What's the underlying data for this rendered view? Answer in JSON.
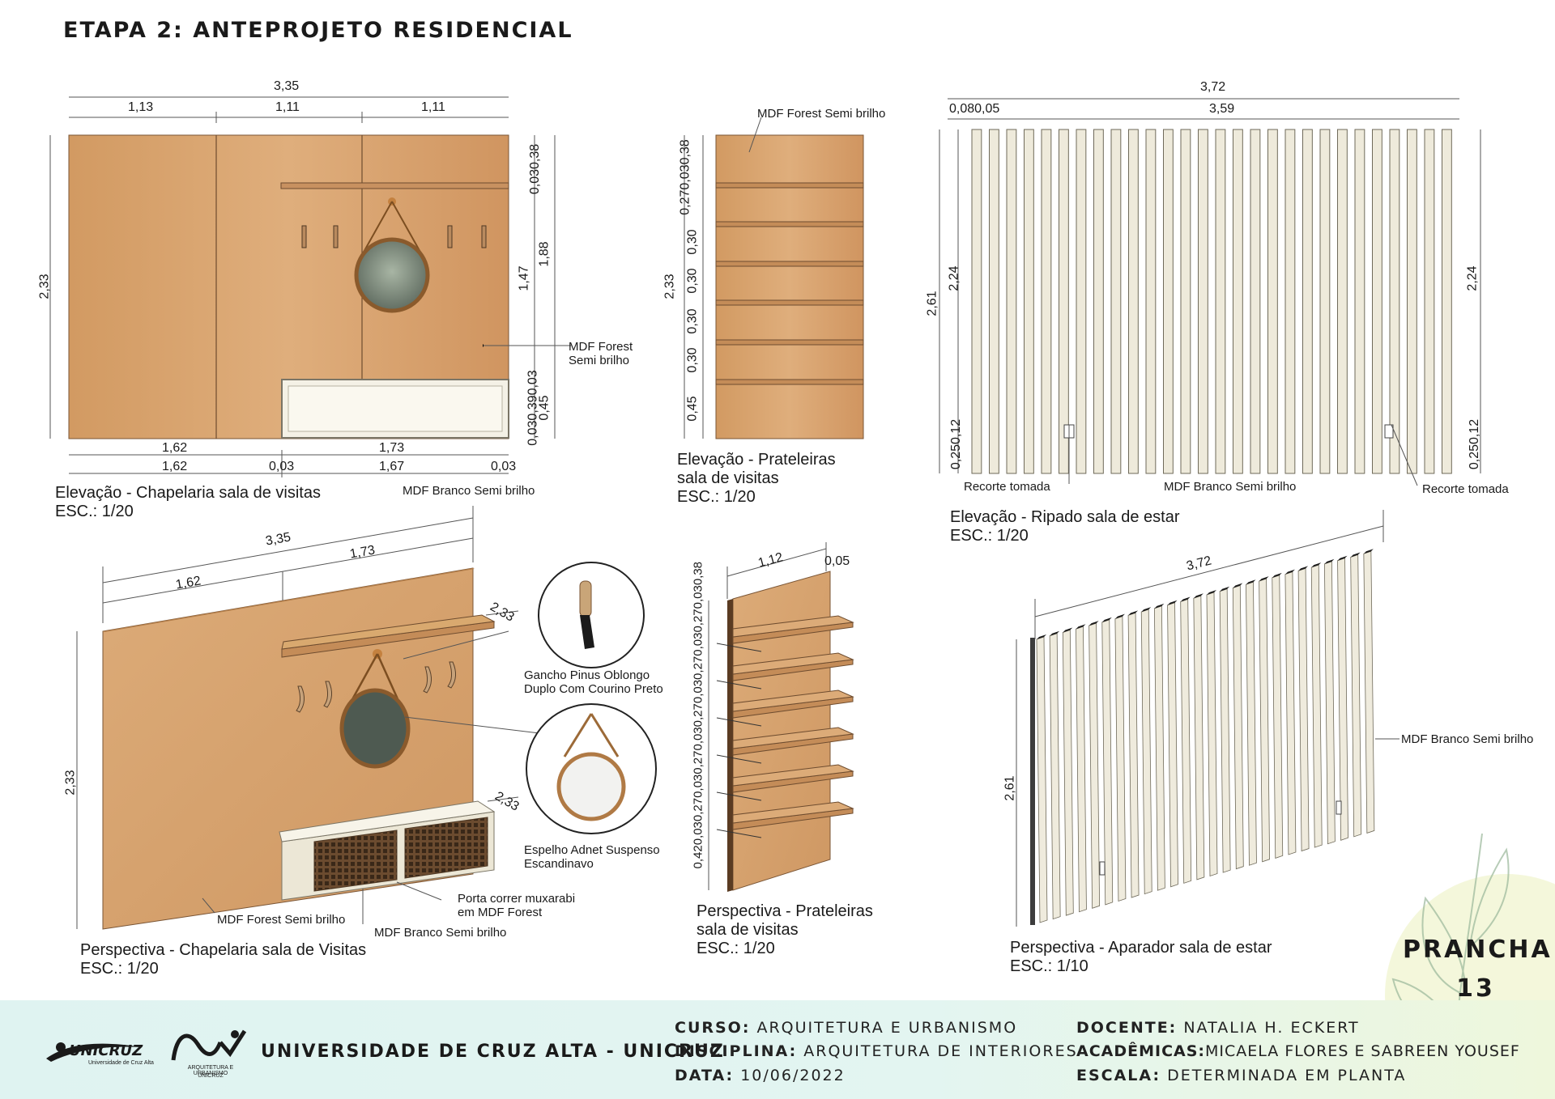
{
  "sheet": {
    "title": "ETAPA 2: ANTEPROJETO RESIDENCIAL",
    "prancha_label": "PRANCHA",
    "prancha_number": "13"
  },
  "elev_chapelaria": {
    "caption": "Elevação - Chapelaria sala de visitas",
    "scale": "ESC.: 1/20",
    "dims_top": [
      "3,35",
      "1,13",
      "1,11",
      "1,11"
    ],
    "dims_left": "2,33",
    "dims_right": [
      "0,030,38",
      "1,88",
      "1,47",
      "0,030,390,03",
      "0,45"
    ],
    "dims_bottom": [
      "1,62",
      "1,73",
      "1,62",
      "0,03",
      "1,67",
      "0,03"
    ],
    "label_forest": "MDF Forest\nSemi brilho",
    "label_branco": "MDF Branco Semi brilho"
  },
  "elev_prateleiras": {
    "caption_line1": "Elevação - Prateleiras",
    "caption_line2": "sala de visitas",
    "scale": "ESC.: 1/20",
    "label": "MDF Forest Semi brilho",
    "dims_left": "2,33",
    "dims_stack": [
      "0,270,030,38",
      "0,30",
      "0,30",
      "0,30",
      "0,30",
      "0,45"
    ]
  },
  "elev_ripado": {
    "caption": "Elevação - Ripado sala de estar",
    "scale": "ESC.: 1/20",
    "dims_top": [
      "3,72",
      "0,080,05",
      "3,59"
    ],
    "dims_left": [
      "2,61",
      "2,24",
      "0,250,12"
    ],
    "dims_right": [
      "2,24",
      "0,250,12"
    ],
    "label_tomada_left": "Recorte tomada",
    "label_branco": "MDF Branco Semi brilho",
    "label_tomada_right": "Recorte tomada",
    "slat_count": 28
  },
  "persp_chapelaria": {
    "caption": "Perspectiva - Chapelaria sala de Visitas",
    "scale": "ESC.: 1/20",
    "dims": [
      "3,35",
      "1,62",
      "1,73",
      "2,33",
      "2,33",
      "2,33"
    ],
    "label_forest": "MDF Forest Semi brilho",
    "label_branco": "MDF Branco Semi brilho",
    "label_porta": "Porta correr muxarabi\nem MDF Forest",
    "detail_gancho": "Gancho Pinus Oblongo\nDuplo Com Courino Preto",
    "detail_espelho": "Espelho Adnet Suspenso\nEscandinavo"
  },
  "persp_prateleiras": {
    "caption_line1": "Perspectiva - Prateleiras",
    "caption_line2": "sala de visitas",
    "scale": "ESC.: 1/20",
    "dims_top": [
      "1,12",
      "0,05"
    ],
    "dims_stack": "0,420,030,270,030,270,030,270,030,270,030,270,030,38"
  },
  "persp_aparador": {
    "caption": "Perspectiva - Aparador sala de estar",
    "scale": "ESC.: 1/10",
    "dims": [
      "3,72",
      "2,61"
    ],
    "label_branco": "MDF Branco Semi brilho"
  },
  "footer": {
    "logo_unicruz": "UNICRUZ",
    "logo_unicruz_sub": "Universidade de Cruz Alta",
    "logo_au_sub1": "ARQUITETURA E URBANISMO",
    "logo_au_sub2": "UNICRUZ",
    "university": "UNIVERSIDADE DE CRUZ ALTA - UNICRUZ",
    "curso_key": "CURSO:",
    "curso_val": "ARQUITETURA E URBANISMO",
    "disciplina_key": "DISCIPLINA:",
    "disciplina_val": "ARQUITETURA DE INTERIORES",
    "data_key": "DATA:",
    "data_val": "10/06/2022",
    "docente_key": "DOCENTE:",
    "docente_val": "NATALIA H. ECKERT",
    "academicas_key": "ACADÊMICAS:",
    "academicas_val": "MICAELA FLORES E SABREEN YOUSEF",
    "escala_key": "ESCALA:",
    "escala_val": "DETERMINADA EM PLANTA"
  },
  "colors": {
    "wood": "#d9a774",
    "wood_dark": "#c08a56",
    "white_mdf": "#f4f1e6",
    "slat": "#eeeadb",
    "footer_bg": "#e0f3f1"
  }
}
